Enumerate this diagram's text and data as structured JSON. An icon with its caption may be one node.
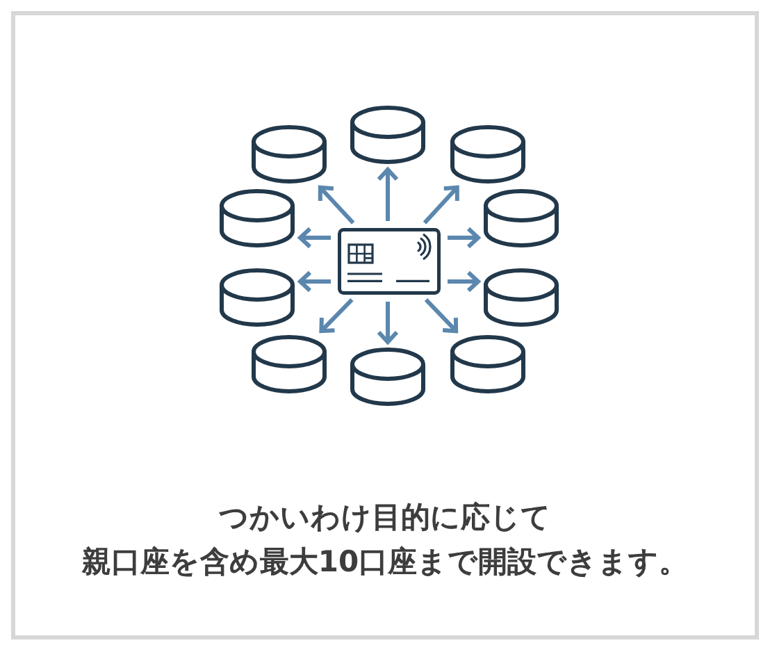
{
  "diagram": {
    "caption": "つかいわけ目的に応じて親口座を含め最大10口座まで開設できます。",
    "nodes": [
      {
        "text": [],
        "shape": "card"
      },
      {
        "text": [],
        "shape": "cylinder"
      },
      {
        "text": [],
        "shape": "cylinder"
      },
      {
        "text": [],
        "shape": "cylinder"
      },
      {
        "text": [],
        "shape": "cylinder"
      },
      {
        "text": [],
        "shape": "cylinder"
      },
      {
        "text": [],
        "shape": "cylinder"
      },
      {
        "text": [],
        "shape": "cylinder"
      },
      {
        "text": [],
        "shape": "cylinder"
      },
      {
        "text": [],
        "shape": "cylinder"
      },
      {
        "text": [],
        "shape": "cylinder"
      }
    ],
    "edges": [
      {
        "from": 0,
        "to": 1,
        "arrow": "to"
      },
      {
        "from": 0,
        "to": 2,
        "arrow": "to"
      },
      {
        "from": 0,
        "to": 3,
        "arrow": "to"
      },
      {
        "from": 0,
        "to": 4,
        "arrow": "to"
      },
      {
        "from": 0,
        "to": 5,
        "arrow": "to"
      },
      {
        "from": 0,
        "to": 6,
        "arrow": "to"
      },
      {
        "from": 0,
        "to": 7,
        "arrow": "to"
      },
      {
        "from": 0,
        "to": 8,
        "arrow": "to"
      },
      {
        "from": 0,
        "to": 9,
        "arrow": "to"
      },
      {
        "from": 0,
        "to": 10,
        "arrow": "to"
      }
    ]
  }
}
